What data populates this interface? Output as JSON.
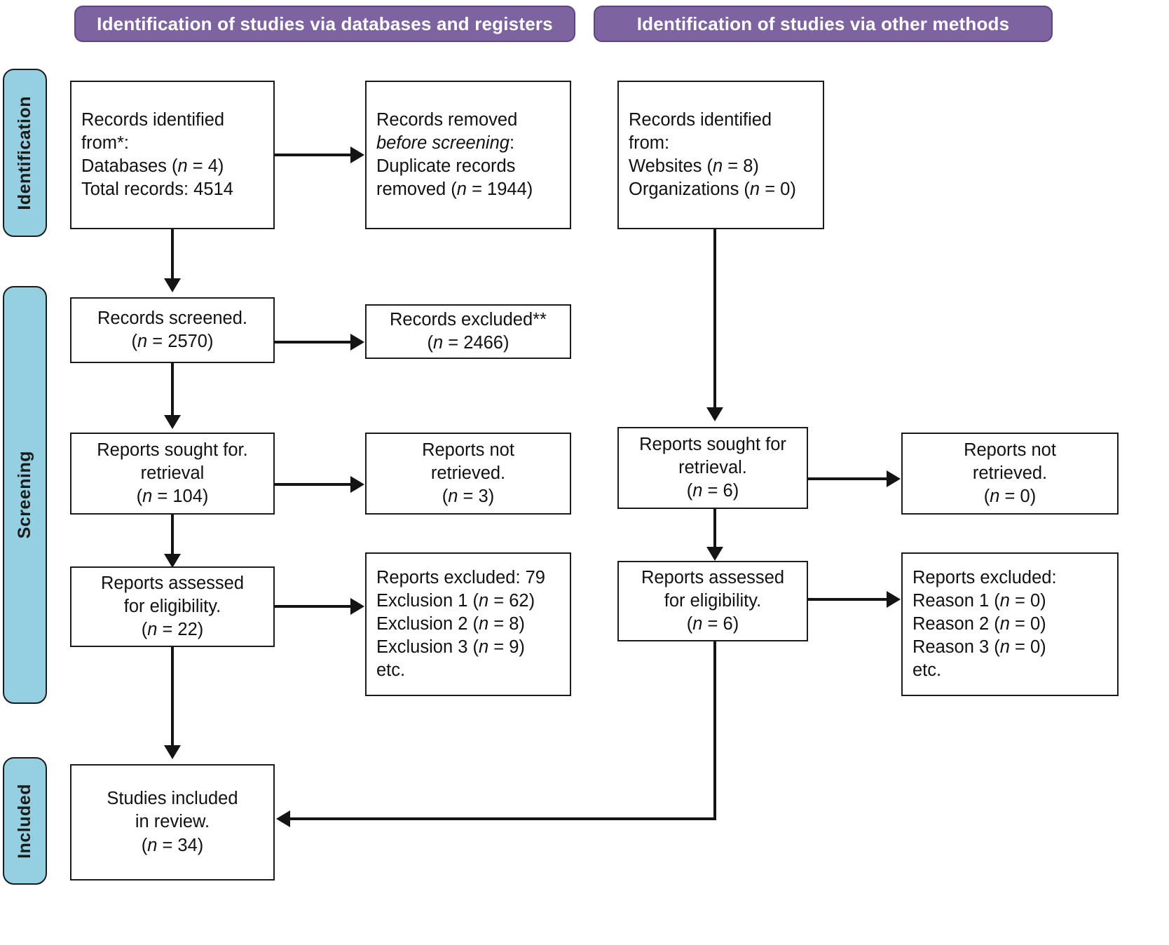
{
  "diagram": {
    "title": "PRISMA 2020 flow diagram",
    "colors": {
      "banner_fill": "#7d63a0",
      "banner_border": "#5d4580",
      "stage_fill": "#95d0e2",
      "stage_border": "#1b1b1b",
      "box_border": "#1b1b1b",
      "line": "#141414",
      "text": "#111111",
      "banner_text": "#ffffff"
    }
  },
  "banners": {
    "left": "Identification of studies via databases and registers",
    "right": "Identification of studies via other methods"
  },
  "stage_labels": {
    "identification": "Identification",
    "screening": "Screening",
    "included": "Included"
  },
  "boxes": {
    "records_identified_db": {
      "lines": [
        "Records identified",
        "from*:",
        "Databases (n = 4)",
        "Total records: 4514"
      ],
      "l0": "Records identified",
      "l1": "from*:",
      "l2a": "Databases (",
      "l2b": "n",
      "l2c": " = 4)",
      "l3": "Total records: 4514"
    },
    "records_removed": {
      "l0": "Records removed",
      "l1": "before screening",
      "l1b": ":",
      "l2": "Duplicate records",
      "l3a": "removed (",
      "l3b": "n",
      "l3c": " = 1944)"
    },
    "records_screened": {
      "l0": "Records screened.",
      "l1a": "(",
      "l1b": "n",
      "l1c": " = 2570)"
    },
    "records_excluded": {
      "l0": "Records excluded**",
      "l1a": "(",
      "l1b": "n",
      "l1c": " = 2466)"
    },
    "reports_sought_db": {
      "l0": "Reports sought for.",
      "l1": "retrieval",
      "l2a": "(",
      "l2b": "n",
      "l2c": " = 104)"
    },
    "reports_not_retrieved_db": {
      "l0": "Reports not",
      "l1": "retrieved.",
      "l2a": "(",
      "l2b": "n",
      "l2c": " = 3)"
    },
    "reports_assessed_db": {
      "l0": "Reports assessed",
      "l1": "for eligibility.",
      "l2a": "(",
      "l2b": "n",
      "l2c": " = 22)"
    },
    "reports_excluded_db": {
      "l0": "Reports excluded: 79",
      "l1a": "Exclusion 1 (",
      "l1b": "n",
      "l1c": " = 62)",
      "l2a": "Exclusion 2 (",
      "l2b": "n",
      "l2c": " = 8)",
      "l3a": "Exclusion 3 (",
      "l3b": "n",
      "l3c": " = 9)",
      "l4": "etc."
    },
    "records_identified_other": {
      "l0": "Records identified",
      "l1": "from:",
      "l2a": "Websites (",
      "l2b": "n",
      "l2c": " = 8)",
      "l3a": "Organizations (",
      "l3b": "n",
      "l3c": " = 0)"
    },
    "reports_sought_other": {
      "l0": "Reports sought for",
      "l1": "retrieval.",
      "l2a": "(",
      "l2b": "n",
      "l2c": " = 6)"
    },
    "reports_not_retrieved_other": {
      "l0": "Reports not",
      "l1": "retrieved.",
      "l2a": "(",
      "l2b": "n",
      "l2c": " = 0)"
    },
    "reports_assessed_other": {
      "l0": "Reports assessed",
      "l1": "for eligibility.",
      "l2a": "(",
      "l2b": "n",
      "l2c": " = 6)"
    },
    "reports_excluded_other": {
      "l0": "Reports excluded:",
      "l1a": "Reason 1 (",
      "l1b": "n",
      "l1c": " = 0)",
      "l2a": "Reason 2 (",
      "l2b": "n",
      "l2c": " = 0)",
      "l3a": "Reason 3 (",
      "l3b": "n",
      "l3c": " = 0)",
      "l4": "etc."
    },
    "studies_included": {
      "l0": "Studies included",
      "l1": "in review.",
      "l2a": "(",
      "l2b": "n",
      "l2c": " = 34)"
    }
  },
  "chart_data": {
    "type": "table",
    "title": "PRISMA 2020 flow of information through the review",
    "branches": [
      {
        "name": "Identification of studies via databases and registers",
        "nodes": [
          {
            "id": "records_identified_db",
            "label": "Records identified from*: Databases (n = 4); Total records: 4514",
            "n": 4514,
            "databases": 4
          },
          {
            "id": "records_removed",
            "label": "Records removed before screening: Duplicate records removed (n = 1944)",
            "n": 1944
          },
          {
            "id": "records_screened",
            "label": "Records screened.",
            "n": 2570
          },
          {
            "id": "records_excluded",
            "label": "Records excluded**",
            "n": 2466
          },
          {
            "id": "reports_sought_db",
            "label": "Reports sought for. retrieval",
            "n": 104
          },
          {
            "id": "reports_not_retrieved_db",
            "label": "Reports not retrieved.",
            "n": 3
          },
          {
            "id": "reports_assessed_db",
            "label": "Reports assessed for eligibility.",
            "n": 22
          },
          {
            "id": "reports_excluded_db",
            "label": "Reports excluded: 79",
            "n": 79,
            "reasons": [
              {
                "label": "Exclusion 1",
                "n": 62
              },
              {
                "label": "Exclusion 2",
                "n": 8
              },
              {
                "label": "Exclusion 3",
                "n": 9
              },
              {
                "label": "etc.",
                "n": null
              }
            ]
          }
        ]
      },
      {
        "name": "Identification of studies via other methods",
        "nodes": [
          {
            "id": "records_identified_other",
            "label": "Records identified from: Websites (n = 8); Organizations (n = 0)",
            "websites": 8,
            "organizations": 0
          },
          {
            "id": "reports_sought_other",
            "label": "Reports sought for retrieval.",
            "n": 6
          },
          {
            "id": "reports_not_retrieved_other",
            "label": "Reports not retrieved.",
            "n": 0
          },
          {
            "id": "reports_assessed_other",
            "label": "Reports assessed for eligibility.",
            "n": 6
          },
          {
            "id": "reports_excluded_other",
            "label": "Reports excluded:",
            "n": 0,
            "reasons": [
              {
                "label": "Reason 1",
                "n": 0
              },
              {
                "label": "Reason 2",
                "n": 0
              },
              {
                "label": "Reason 3",
                "n": 0
              },
              {
                "label": "etc.",
                "n": null
              }
            ]
          }
        ]
      }
    ],
    "result": {
      "id": "studies_included",
      "label": "Studies included in review.",
      "n": 34
    },
    "stages": [
      "Identification",
      "Screening",
      "Included"
    ],
    "footnotes": [
      "*",
      "**"
    ]
  }
}
